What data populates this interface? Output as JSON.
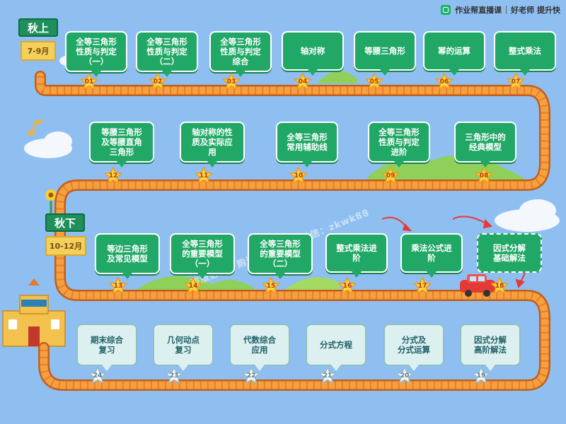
{
  "brand": {
    "name": "作业帮直播课",
    "teacher": "好老师 提升快"
  },
  "semesters": [
    {
      "title": "秋上",
      "months": "7-9月"
    },
    {
      "title": "秋下",
      "months": "10-12月"
    }
  ],
  "watermark": "盗版必究，购课请认准一手微信：zkwk88",
  "lessons": [
    {
      "num": "01",
      "label": "全等三角形\n性质与判定\n（一）"
    },
    {
      "num": "02",
      "label": "全等三角形\n性质与判定\n（二）"
    },
    {
      "num": "03",
      "label": "全等三角形\n性质与判定\n综合"
    },
    {
      "num": "04",
      "label": "轴对称"
    },
    {
      "num": "05",
      "label": "等腰三角形"
    },
    {
      "num": "06",
      "label": "幂的运算"
    },
    {
      "num": "07",
      "label": "整式乘法"
    },
    {
      "num": "08",
      "label": "三角形中的\n经典模型"
    },
    {
      "num": "09",
      "label": "全等三角形\n性质与判定\n进阶"
    },
    {
      "num": "10",
      "label": "全等三角形\n常用辅助线"
    },
    {
      "num": "11",
      "label": "轴对称的性\n质及实际应\n用"
    },
    {
      "num": "12",
      "label": "等腰三角形\n及等腰直角\n三角形"
    },
    {
      "num": "13",
      "label": "等边三角形\n及常见模型"
    },
    {
      "num": "14",
      "label": "全等三角形\n的重要模型\n（一）"
    },
    {
      "num": "15",
      "label": "全等三角形\n的重要模型\n（二）"
    },
    {
      "num": "16",
      "label": "整式乘法进\n阶"
    },
    {
      "num": "17",
      "label": "乘法公式进\n阶"
    },
    {
      "num": "18",
      "label": "因式分解\n基础解法"
    },
    {
      "num": "19",
      "label": "因式分解\n高阶解法"
    },
    {
      "num": "20",
      "label": "分式及\n分式运算"
    },
    {
      "num": "21",
      "label": "分式方程"
    },
    {
      "num": "22",
      "label": "代数综合\n应用"
    },
    {
      "num": "23",
      "label": "几何动点\n复习"
    },
    {
      "num": "24",
      "label": "期末综合\n复习"
    }
  ],
  "colors": {
    "track": "#f08a3c",
    "card_green": "#21a866",
    "card_light": "#dcf0ef",
    "star": "#ffd23f"
  }
}
